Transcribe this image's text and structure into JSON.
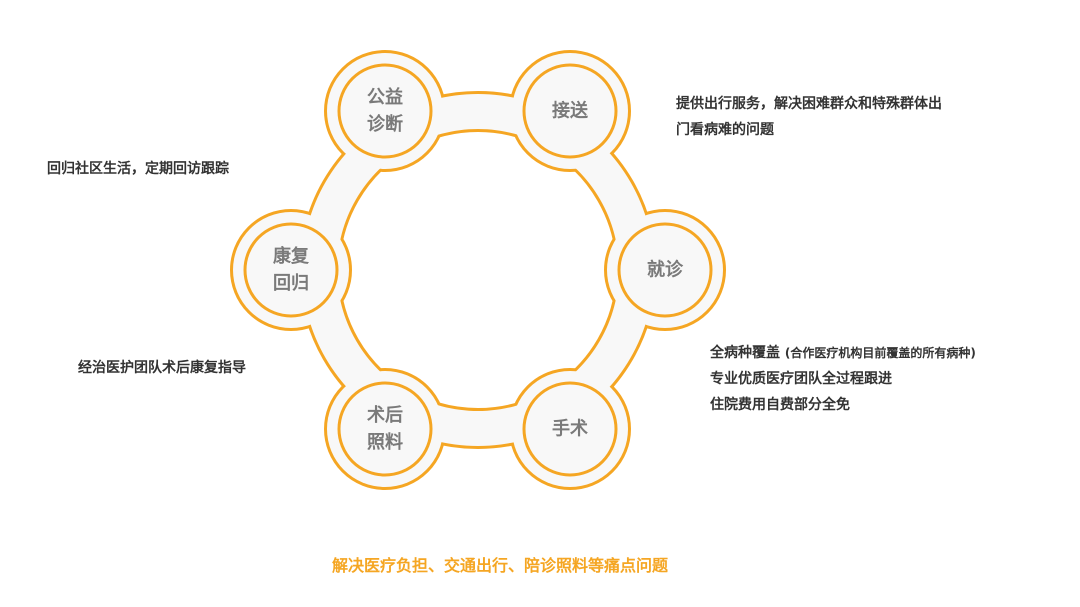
{
  "nodes": [
    {
      "id": "gongyi",
      "line1": "公益",
      "line2": "诊断"
    },
    {
      "id": "jiesong",
      "line1": "接送",
      "line2": ""
    },
    {
      "id": "jiuzhen",
      "line1": "就诊",
      "line2": ""
    },
    {
      "id": "shoushu",
      "line1": "手术",
      "line2": ""
    },
    {
      "id": "shuhou",
      "line1": "术后",
      "line2": "照料"
    },
    {
      "id": "kangfu",
      "line1": "康复",
      "line2": "回归"
    }
  ],
  "notes": {
    "jiesong": [
      "提供出行服务，解决困难群众和特殊群体出",
      "门看病难的问题"
    ],
    "jiuzhen": {
      "line1": "全病种覆盖",
      "line1_note": "(合作医疗机构目前覆盖的所有病种)",
      "line2": "专业优质医疗团队全过程跟进",
      "line3": "住院费用自费部分全免"
    },
    "kangfu_top": "回归社区生活，定期回访跟踪",
    "kangfu_bottom": "经治医护团队术后康复指导"
  },
  "footer": "解决医疗负担、交通出行、陪诊照料等痛点问题",
  "colors": {
    "accent": "#f5a623",
    "fill": "#f8f8f8",
    "text": "#7a7a7a"
  }
}
